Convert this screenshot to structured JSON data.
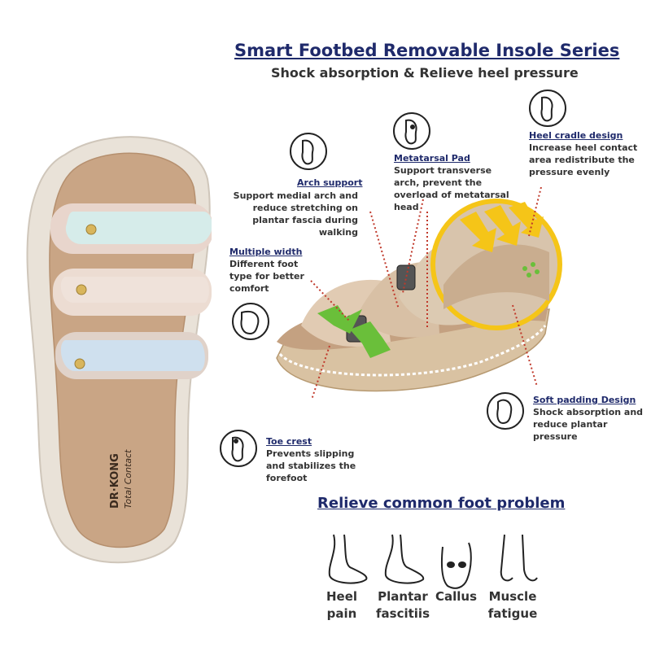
{
  "header": {
    "title": "Smart Footbed Removable Insole Series",
    "subtitle": "Shock absorption & Relieve heel pressure"
  },
  "product": {
    "brand_line1": "DR·KONG",
    "brand_line2": "Total Contact"
  },
  "features": {
    "arch": {
      "title": "Arch support",
      "desc": "Support medial arch and reduce stretching on plantar fascia during walking",
      "icon": "arch-foot-icon"
    },
    "metatarsal": {
      "title": "Metatarsal Pad",
      "desc": "Support transverse arch, prevent the overload of metatarsal head",
      "icon": "metatarsal-foot-icon"
    },
    "heel_cradle": {
      "title": "Heel cradle design",
      "desc": "Increase heel contact area redistribute the pressure evenly",
      "icon": "heel-cradle-icon"
    },
    "width": {
      "title": "Multiple width",
      "desc": "Different foot type for better comfort",
      "icon": "wide-foot-icon"
    },
    "padding": {
      "title": "Soft padding Design",
      "desc": "Shock absorption and reduce plantar pressure",
      "icon": "insole-padding-icon"
    },
    "toe": {
      "title": "Toe crest",
      "desc": "Prevents slipping and stabilizes the forefoot",
      "icon": "toe-crest-icon"
    }
  },
  "problems": {
    "title": "Relieve common foot problem",
    "items": [
      {
        "label": "Heel pain",
        "icon": "heel-pain-icon"
      },
      {
        "label": "Plantar fascitiis",
        "icon": "plantar-fasciitis-icon"
      },
      {
        "label": "Callus",
        "icon": "callus-icon"
      },
      {
        "label": "Muscle fatigue",
        "icon": "muscle-fatigue-icon"
      }
    ]
  },
  "colors": {
    "title": "#1f2a6b",
    "dots": "#c0392b",
    "arrow_green": "#6abf3a",
    "arrow_yellow": "#f5c518"
  }
}
